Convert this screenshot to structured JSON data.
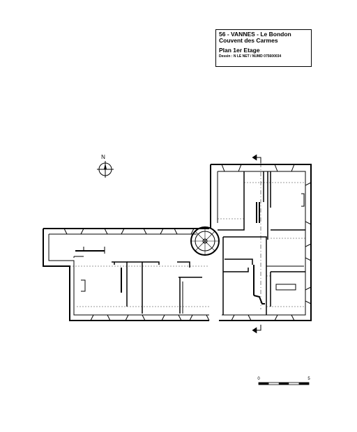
{
  "title": {
    "line1": "56 - VANNES - Le Bondon",
    "line2": "Couvent des Carmes",
    "line3": "Plan 1er Etage",
    "credit": "Dessin : N LE NET / NUMD 075600034"
  },
  "north": {
    "label": "N"
  },
  "scale": {
    "start": "0",
    "end": "5"
  }
}
